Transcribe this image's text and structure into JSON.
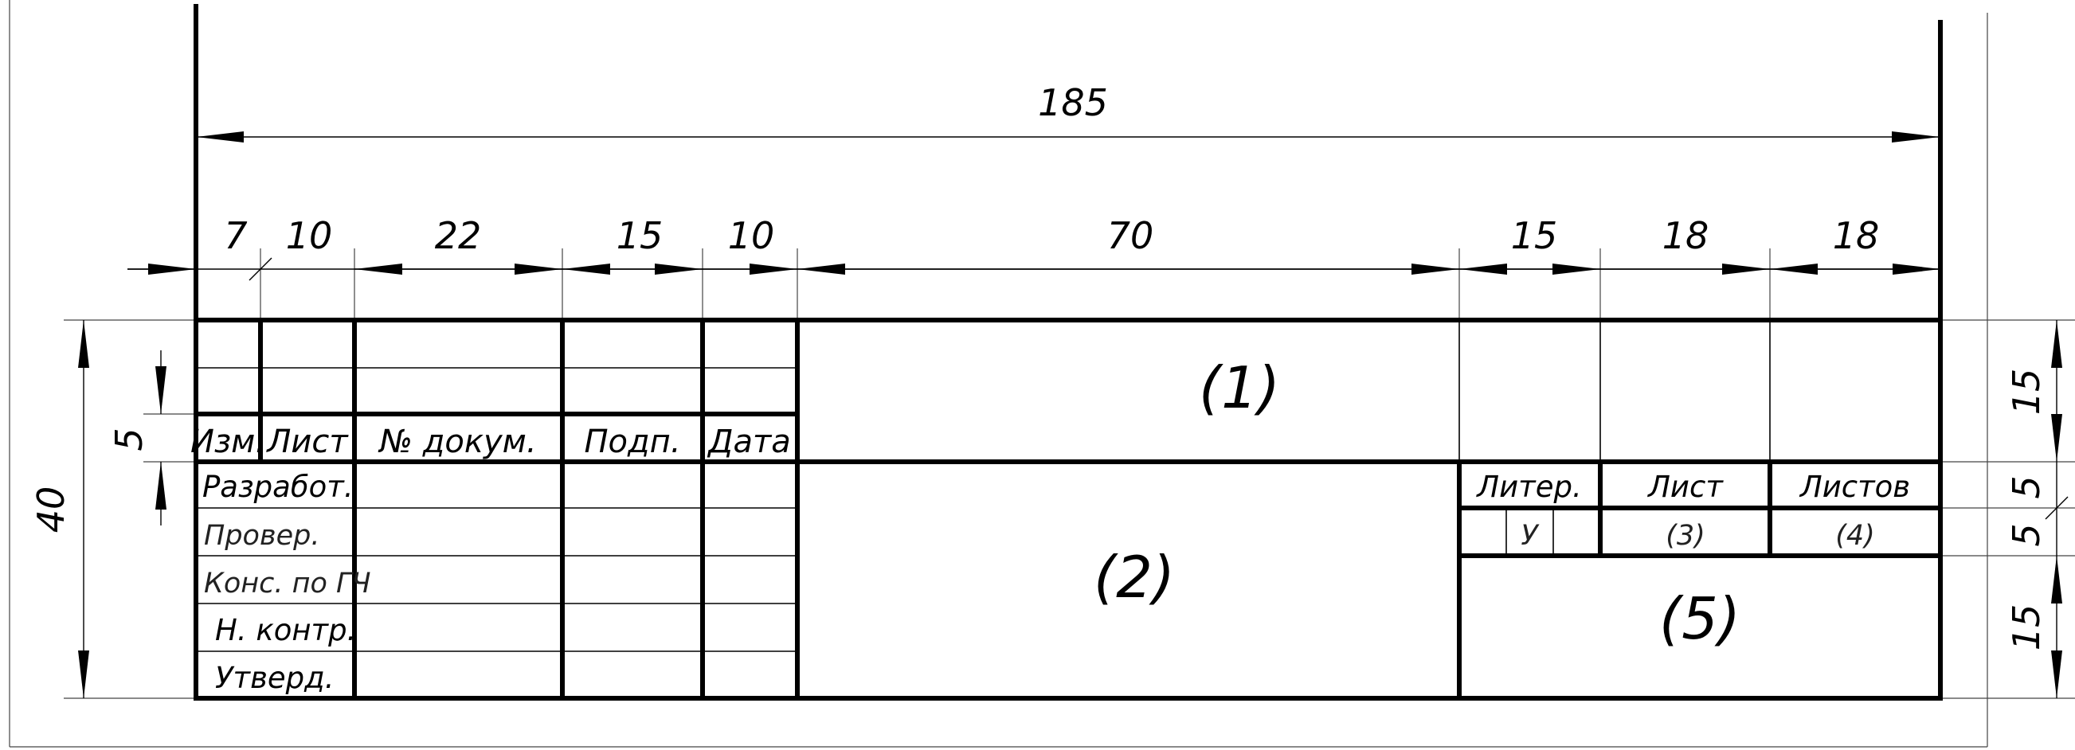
{
  "dimensions": {
    "overall_width": "185",
    "columns": [
      "7",
      "10",
      "22",
      "15",
      "10",
      "70",
      "15",
      "18",
      "18"
    ],
    "overall_height": "40",
    "header_row_height": "5",
    "right_side": [
      "15",
      "5",
      "5",
      "15"
    ]
  },
  "header_row": {
    "izm": "Изм.",
    "list": "Лист",
    "n_dokum": "№ докум.",
    "podp": "Подп.",
    "data": "Дата"
  },
  "signature_rows": {
    "razrab": "Разработ.",
    "prover": "Провер.",
    "kons": "Конс. по ГЧ",
    "n_kontr": "Н. контр.",
    "utverd": "Утверд."
  },
  "info_block": {
    "liter_label": "Литер.",
    "list_label": "Лист",
    "listov_label": "Листов",
    "liter_value": "У",
    "list_value": "(3)",
    "listov_value": "(4)"
  },
  "fields": {
    "field1": "(1)",
    "field2": "(2)",
    "field5": "(5)"
  }
}
